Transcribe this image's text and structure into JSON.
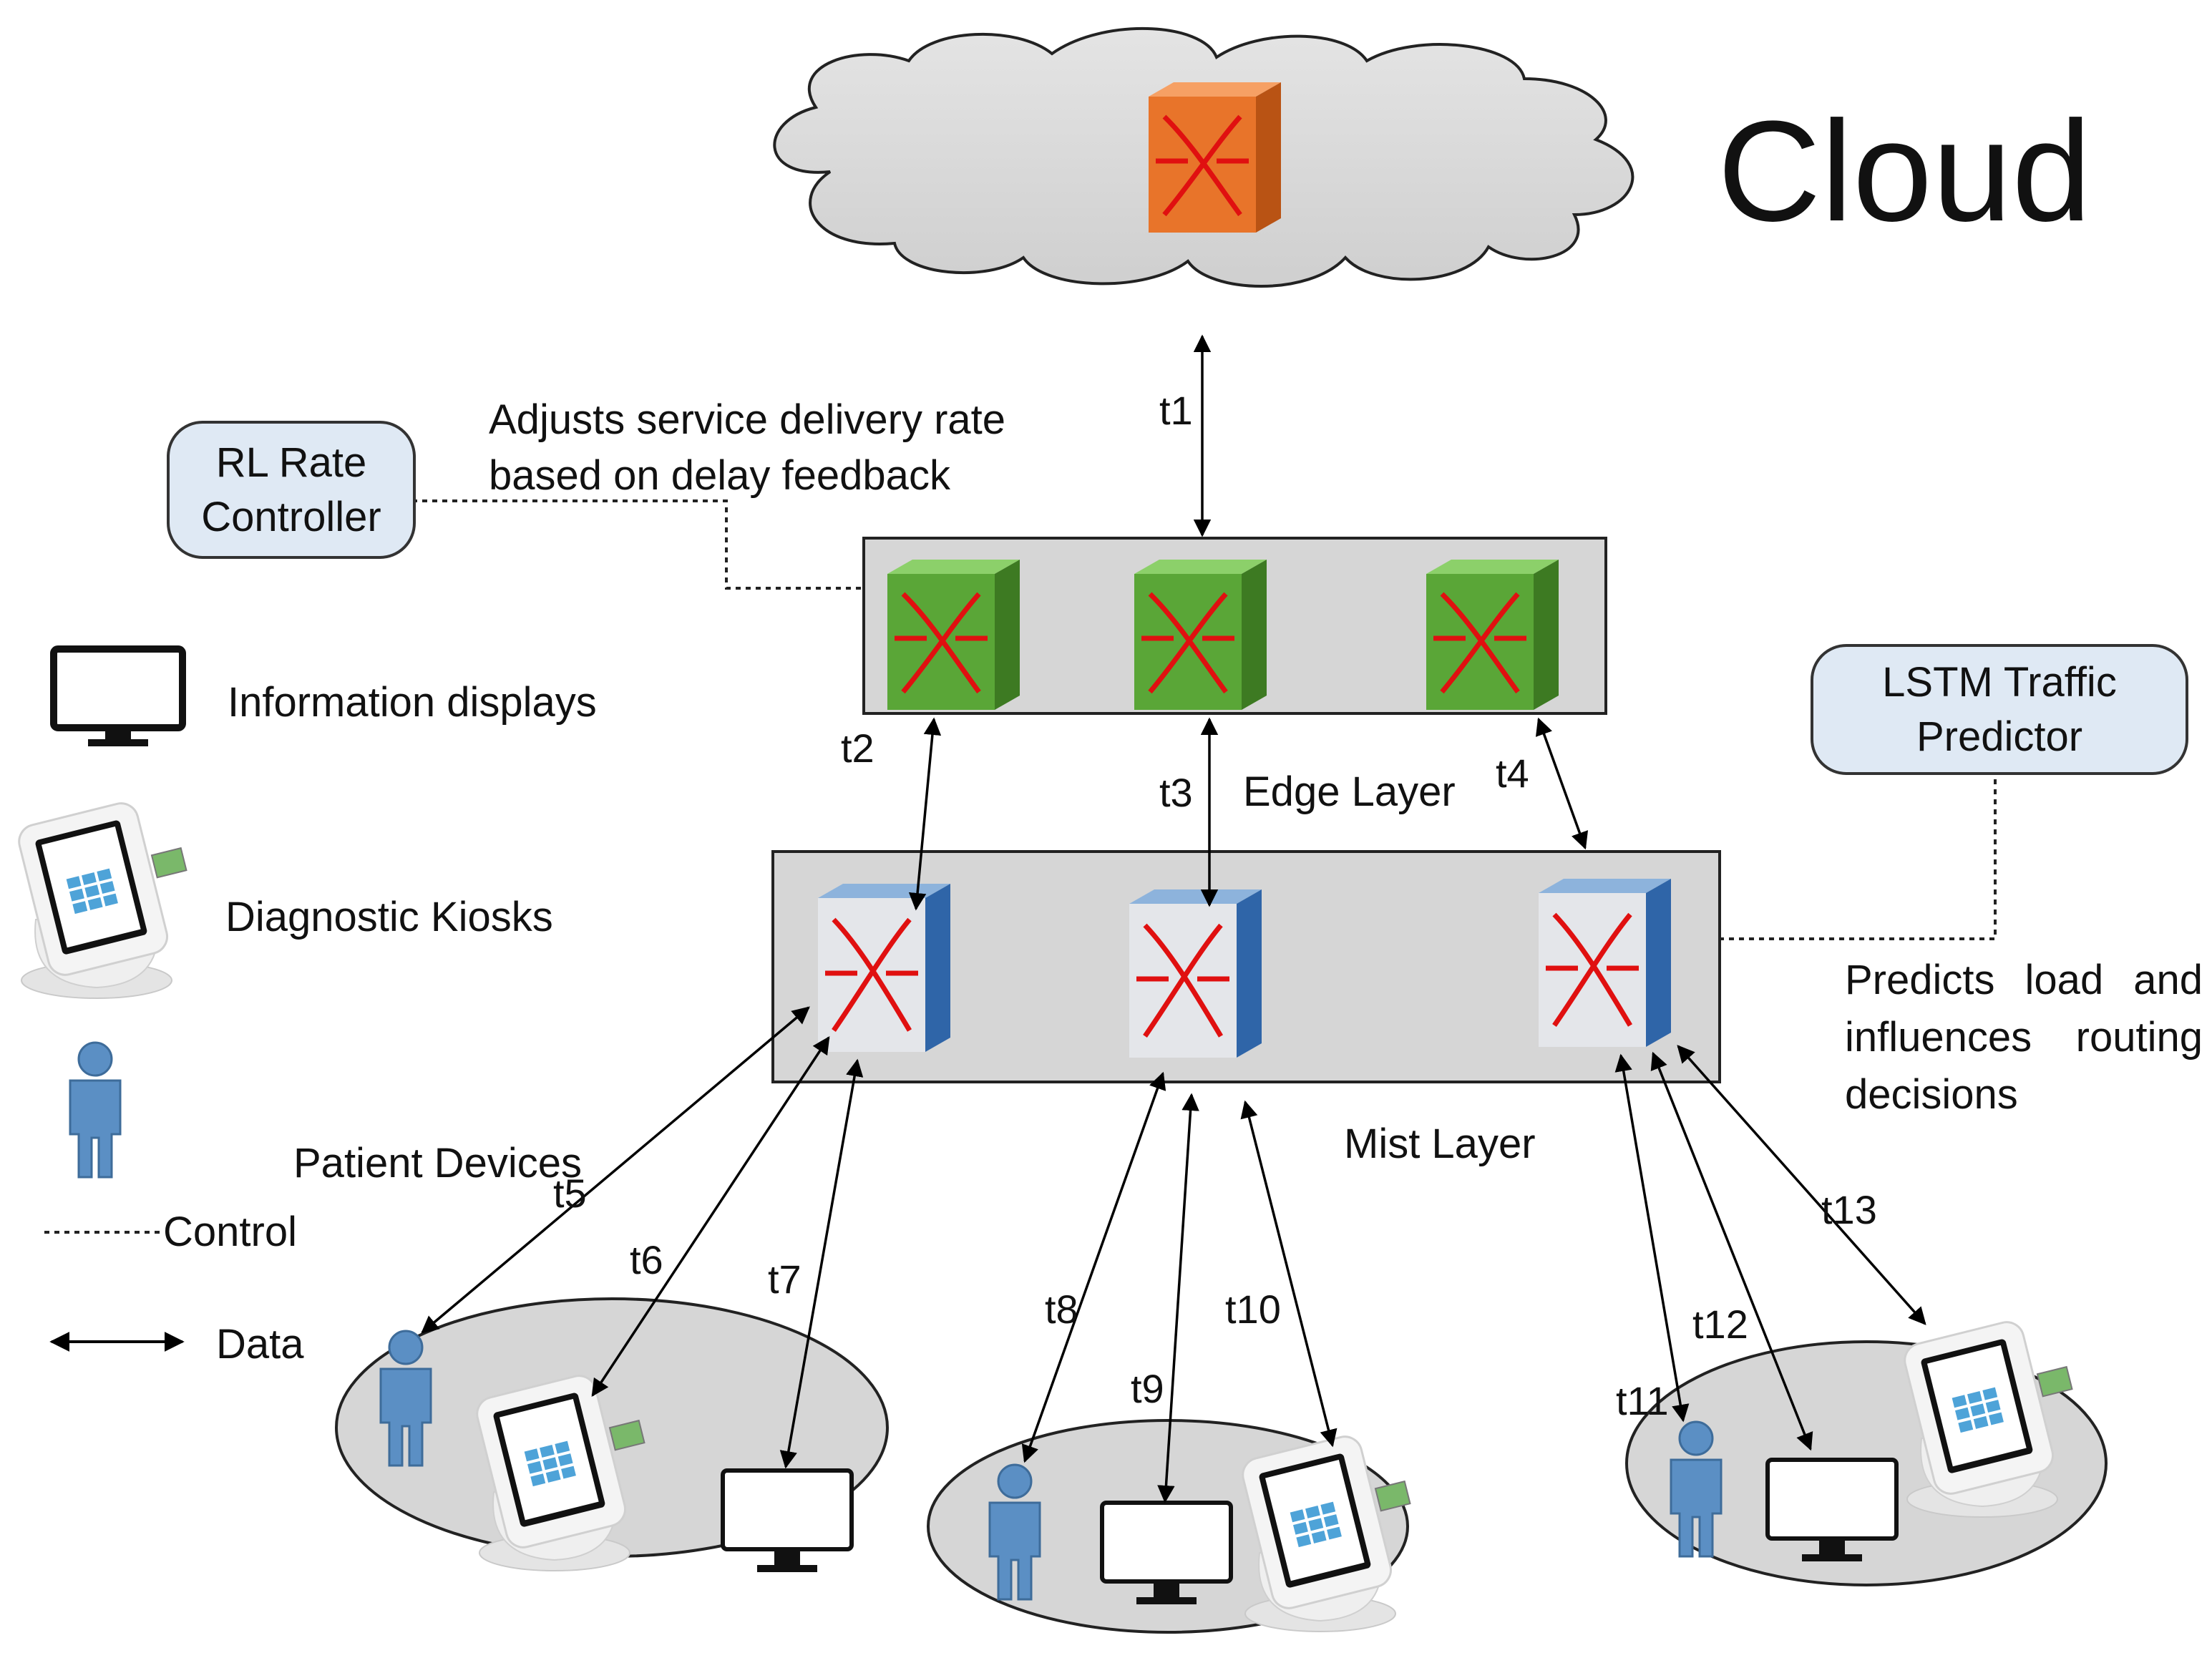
{
  "cloud": {
    "title": "Cloud"
  },
  "layers": {
    "edge": "Edge Layer",
    "mist": "Mist Layer"
  },
  "rl_controller": {
    "line1": "RL Rate",
    "line2": "Controller",
    "note1": "Adjusts service delivery rate",
    "note2": "based on delay feedback"
  },
  "lstm_predictor": {
    "line1": "LSTM Traffic",
    "line2": "Predictor",
    "note1": "Predicts load and",
    "note2": "influences routing",
    "note3": "decisions"
  },
  "legend": {
    "displays": "Information displays",
    "kiosks": "Diagnostic Kiosks",
    "patients": "Patient Devices",
    "control": "Control",
    "data": "Data"
  },
  "links": [
    "t1",
    "t2",
    "t3",
    "t4",
    "t5",
    "t6",
    "t7",
    "t8",
    "t9",
    "t10",
    "t11",
    "t12",
    "t13"
  ],
  "colors": {
    "cloud_router": "#e8742a",
    "edge_router": "#5aa637",
    "mist_router": "#3d78b8",
    "layer_fill": "#d6d6d6",
    "cloud_fill": "#d8d8d8",
    "callout_fill": "#dfe9f4",
    "person": "#5b8fc4"
  },
  "icons": [
    "router-icon",
    "monitor-icon",
    "kiosk-icon",
    "person-icon"
  ]
}
